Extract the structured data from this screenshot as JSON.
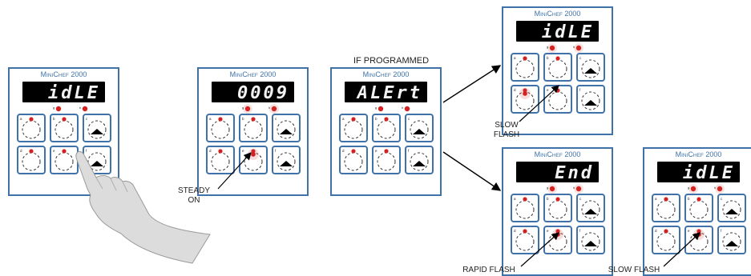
{
  "colors": {
    "panel_border": "#3f72a8",
    "panel_bg": "#ffffff",
    "display_bg": "#000000",
    "display_fg": "#f2f2f2",
    "led_red": "#d42020",
    "text_dark": "#222222"
  },
  "icons": {
    "hand": "pointing-hand-icon",
    "button_glyph": "dashed-circle-icon",
    "arrow": "arrow-icon"
  },
  "brand": {
    "small_caps": [
      {
        "big": "M",
        "small": "INI"
      },
      {
        "big": "C",
        "small": "HEF"
      },
      {
        "big": " 2000",
        "small": ""
      }
    ]
  },
  "panels": [
    {
      "id": "panel-1",
      "display": "idLE",
      "lit_led": null
    },
    {
      "id": "panel-2",
      "display": "0009",
      "lit_led": 4
    },
    {
      "id": "panel-3",
      "display": "ALErt",
      "lit_led": null
    },
    {
      "id": "panel-4",
      "display": "idLE",
      "lit_led": 3
    },
    {
      "id": "panel-5",
      "display": "End",
      "lit_led": 4
    },
    {
      "id": "panel-6",
      "display": "idLE",
      "lit_led": 4
    }
  ],
  "labels": {
    "steady_on": [
      "STEADY",
      "ON"
    ],
    "if_programmed": "IF PROGRAMMED",
    "slow_flash_top": [
      "SLOW",
      "FLASH"
    ],
    "rapid_flash": "RAPID FLASH",
    "slow_flash_bottom": "SLOW FLASH"
  }
}
